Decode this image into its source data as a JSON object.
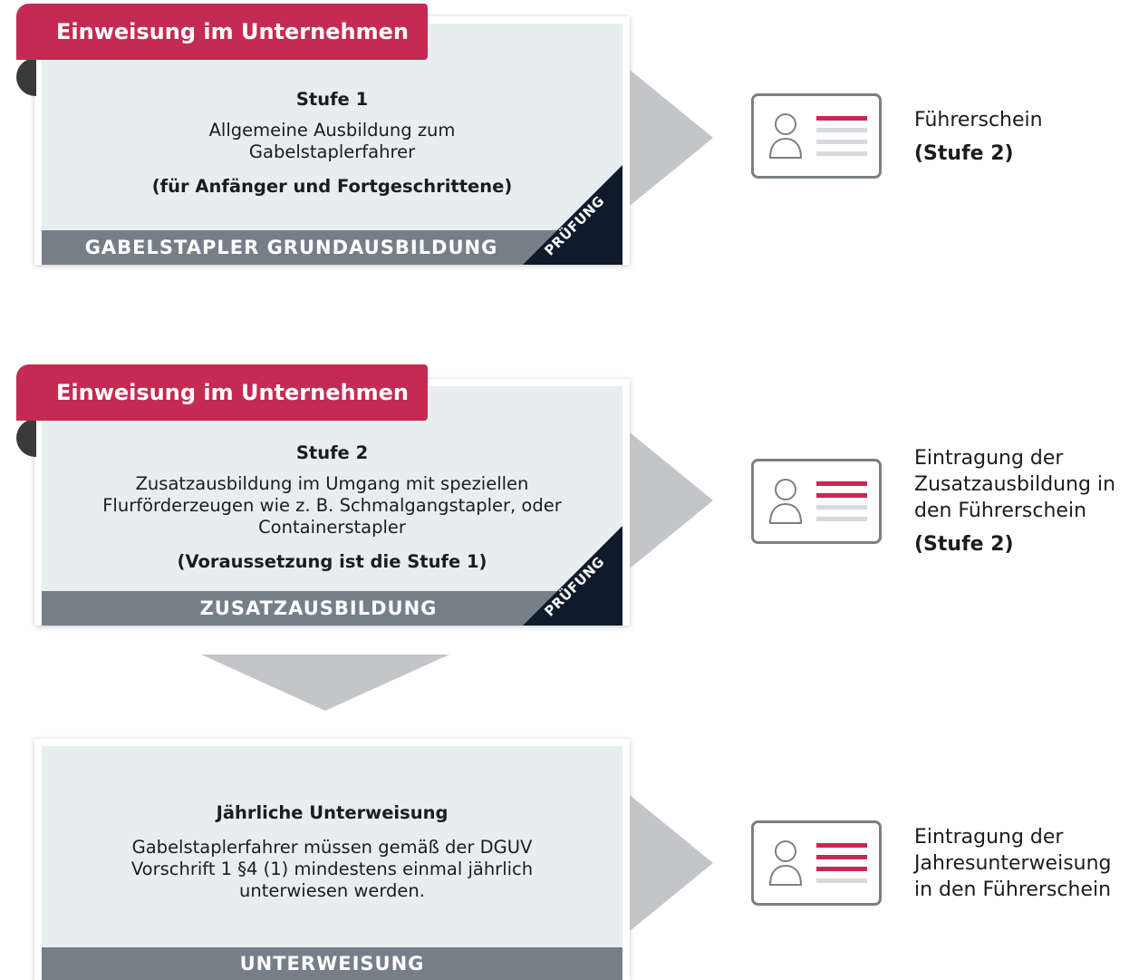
{
  "colors": {
    "ribbon": "#c42a52",
    "panel": "#e6eef0",
    "bar": "#767e88",
    "corner": "#0f1a2a",
    "arrow": "#c3c5c9",
    "license_accent": "#c42a52",
    "license_line": "#d7d9dc"
  },
  "stages": [
    {
      "ribbon": "Einweisung im Unternehmen",
      "heading": "Stufe 1",
      "description": "Allgemeine Ausbildung zum Gabelstaplerfahrer",
      "note": "(für Anfänger und Fortgeschrittene)",
      "bar_label": "GABELSTAPLER GRUNDAUSBILDUNG",
      "corner_label": "PRÜFUNG",
      "license_text": "Führerschein",
      "license_note": "(Stufe 2)",
      "license_icon": "driver-license-icon",
      "accent_lines": 1
    },
    {
      "ribbon": "Einweisung im Unternehmen",
      "heading": "Stufe 2",
      "description": "Zusatzausbildung im Umgang mit speziellen Flurförderzeugen wie z. B. Schmalgangstapler, oder Containerstapler",
      "note": "(Voraussetzung ist die Stufe 1)",
      "bar_label": "ZUSATZAUSBILDUNG",
      "corner_label": "PRÜFUNG",
      "license_text": "Eintragung der Zusatzausbildung in den Führerschein",
      "license_note": "(Stufe 2)",
      "license_icon": "driver-license-icon",
      "accent_lines": 2
    },
    {
      "heading": "Jährliche Unterweisung",
      "description": "Gabelstaplerfahrer müssen gemäß der DGUV Vorschrift 1 §4 (1) mindestens einmal jährlich unterwiesen werden.",
      "bar_label": "UNTERWEISUNG",
      "license_text": "Eintragung der Jahresunterweisung in den Führerschein",
      "license_icon": "driver-license-icon",
      "accent_lines": 3
    }
  ]
}
